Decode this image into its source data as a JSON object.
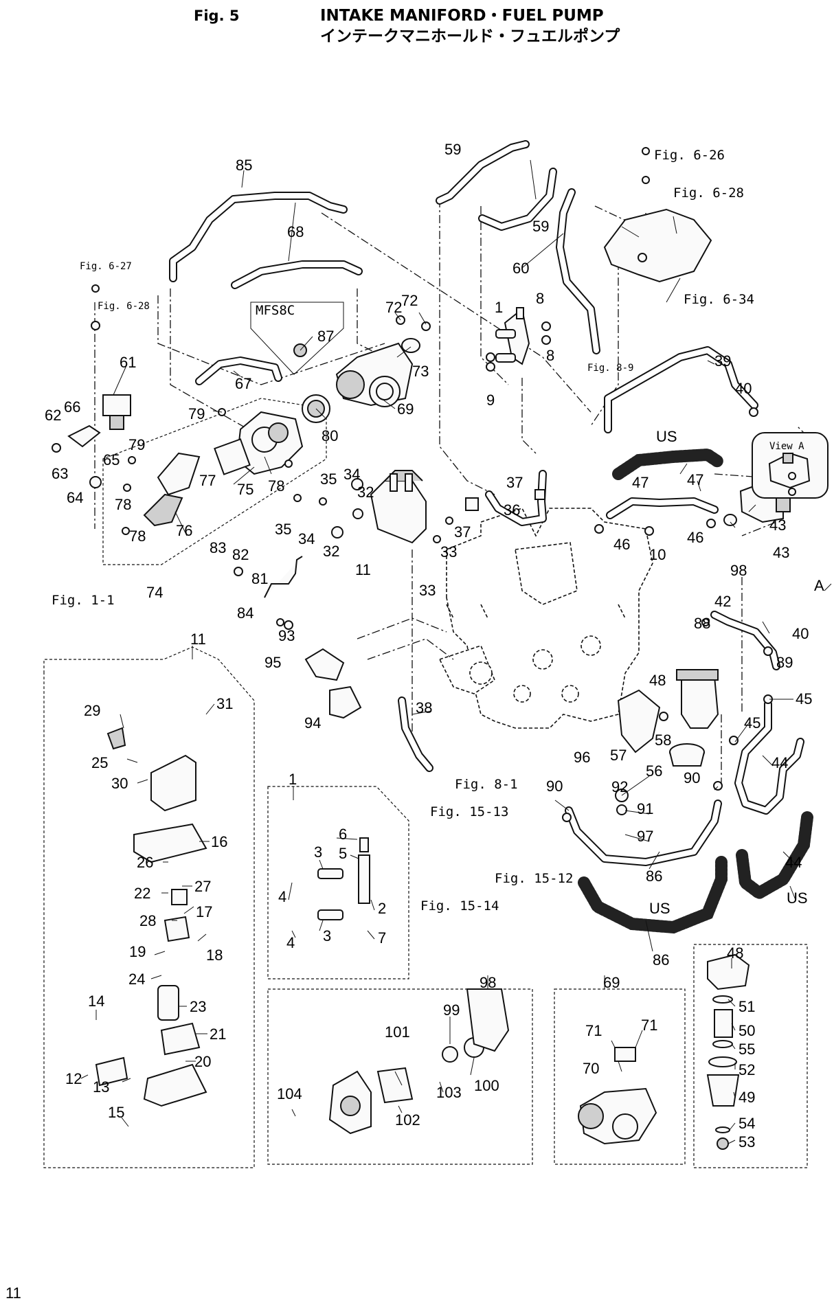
{
  "header": {
    "fig_label": "Fig. 5",
    "title_en": "INTAKE MANIFORD・FUEL PUMP",
    "title_jp": "インテークマニホールド・フュエルポンプ"
  },
  "page_number": "11",
  "callouts": {
    "c1": "1",
    "c1b": "1",
    "c2": "2",
    "c3a": "3",
    "c3b": "3",
    "c4a": "4",
    "c4b": "4",
    "c5": "5",
    "c6": "6",
    "c7": "7",
    "c8a": "8",
    "c8b": "8",
    "c9": "9",
    "c10": "10",
    "c11a": "11",
    "c11b": "11",
    "c12": "12",
    "c13": "13",
    "c14": "14",
    "c15": "15",
    "c16": "16",
    "c17": "17",
    "c18": "18",
    "c19": "19",
    "c20": "20",
    "c21": "21",
    "c22": "22",
    "c23": "23",
    "c24": "24",
    "c25": "25",
    "c26": "26",
    "c27": "27",
    "c28": "28",
    "c29": "29",
    "c30": "30",
    "c31": "31",
    "c32a": "32",
    "c32b": "32",
    "c33a": "33",
    "c33b": "33",
    "c34a": "34",
    "c34b": "34",
    "c35a": "35",
    "c35b": "35",
    "c36": "36",
    "c37a": "37",
    "c37b": "37",
    "c38": "38",
    "c39": "39",
    "c40a": "40",
    "c40b": "40",
    "c42": "42",
    "c43a": "43",
    "c43b": "43",
    "c44a": "44",
    "c44b": "44",
    "c45a": "45",
    "c45b": "45",
    "c46a": "46",
    "c46b": "46",
    "c47a": "47",
    "c47b": "47",
    "c48a": "48",
    "c48b": "48",
    "c49": "49",
    "c50": "50",
    "c51": "51",
    "c52": "52",
    "c53": "53",
    "c54": "54",
    "c55": "55",
    "c56": "56",
    "c57": "57",
    "c58": "58",
    "c59a": "59",
    "c59b": "59",
    "c60": "60",
    "c61": "61",
    "c62": "62",
    "c63": "63",
    "c64": "64",
    "c65": "65",
    "c66": "66",
    "c67": "67",
    "c68": "68",
    "c69a": "69",
    "c69b": "69",
    "c70": "70",
    "c71a": "71",
    "c71b": "71",
    "c72a": "72",
    "c72b": "72",
    "c73": "73",
    "c74": "74",
    "c75": "75",
    "c76": "76",
    "c77": "77",
    "c78a": "78",
    "c78b": "78",
    "c78c": "78",
    "c79a": "79",
    "c79b": "79",
    "c80": "80",
    "c81": "81",
    "c82": "82",
    "c83": "83",
    "c84": "84",
    "c85": "85",
    "c86a": "86",
    "c86b": "86",
    "c87": "87",
    "c88": "88",
    "c89": "89",
    "c90a": "90",
    "c90b": "90",
    "c91": "91",
    "c92": "92",
    "c93": "93",
    "c94": "94",
    "c95": "95",
    "c96": "96",
    "c97": "97",
    "c98a": "98",
    "c98b": "98",
    "c99": "99",
    "c100": "100",
    "c101": "101",
    "c102": "102",
    "c103": "103",
    "c104": "104"
  },
  "references": {
    "fig6_26": "Fig. 6-26",
    "fig6_28a": "Fig. 6-28",
    "fig6_28b": "Fig. 6-28",
    "fig6_27": "Fig. 6-27",
    "fig6_34": "Fig. 6-34",
    "fig8_9": "Fig. 8-9",
    "fig1_1": "Fig. 1-1",
    "fig8_1": "Fig. 8-1",
    "fig15_13": "Fig. 15-13",
    "fig15_12": "Fig. 15-12",
    "fig15_14": "Fig. 15-14"
  },
  "labels": {
    "mfs8c": "MFS8C",
    "view_a": "View A",
    "arrow_a": "A",
    "us1": "US",
    "us2": "US",
    "us3": "US"
  }
}
